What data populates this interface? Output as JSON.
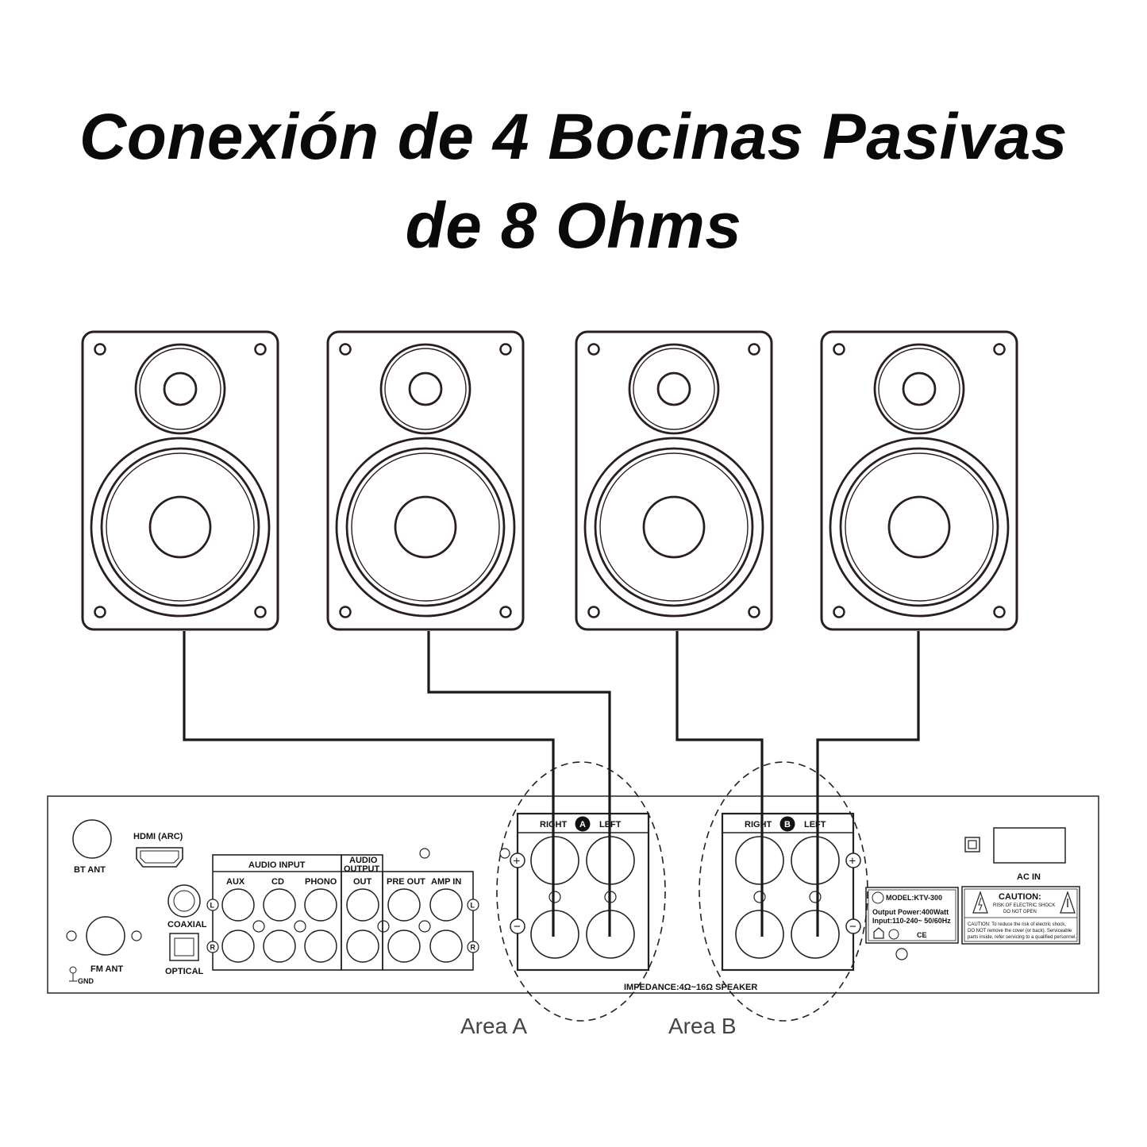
{
  "title": {
    "line1": "Conexión de 4 Bocinas Pasivas",
    "line2": "de 8 Ohms"
  },
  "panel": {
    "bt_ant": "BT ANT",
    "hdmi": "HDMI (ARC)",
    "coaxial": "COAXIAL",
    "optical": "OPTICAL",
    "fm_ant": "FM ANT",
    "gnd": "GND",
    "audio_input": "AUDIO INPUT",
    "aux": "AUX",
    "cd": "CD",
    "phono": "PHONO",
    "audio_output_1": "AUDIO",
    "audio_output_2": "OUTPUT",
    "out": "OUT",
    "pre_out": "PRE OUT",
    "amp_in": "AMP  IN",
    "ch_left": "L",
    "ch_right": "R",
    "zone_a_right": "RIGHT",
    "zone_a_letter": "A",
    "zone_a_left": "LEFT",
    "zone_b_right": "RIGHT",
    "zone_b_letter": "B",
    "zone_b_left": "LEFT",
    "plus": "+",
    "minus": "−",
    "impedance": "IMPEDANCE:4Ω~16Ω SPEAKER",
    "ac_in": "AC  IN",
    "model": "MODEL:KTV-300",
    "output_power": "Output Power:400Watt",
    "input_spec": "Input:110-240~ 50/60Hz",
    "ce": "CE",
    "caution_title": "CAUTION:",
    "caution_sub1": "RISK OF ELECTRIC SHOCK",
    "caution_sub2": "DO NOT OPEN",
    "caution_body1": "CAUTION: To reduce the risk of electric shock,",
    "caution_body2": "DO NOT remove the cover (or back). Serviceable",
    "caution_body3": "parts inside, refer servicing to a qualified personnel."
  },
  "areas": {
    "a": "Area A",
    "b": "Area B"
  },
  "speakers": [
    {
      "id": "speaker-1"
    },
    {
      "id": "speaker-2"
    },
    {
      "id": "speaker-3"
    },
    {
      "id": "speaker-4"
    }
  ],
  "colors": {
    "line": "#2a1f1f",
    "ink": "#111111",
    "area_text": "#444444"
  }
}
